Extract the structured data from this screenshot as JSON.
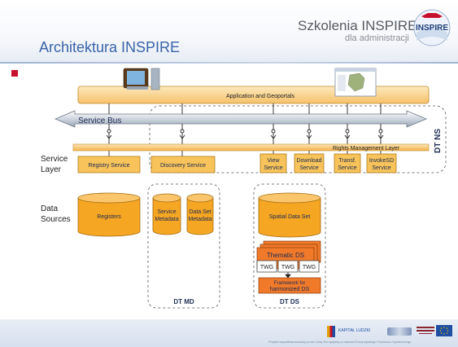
{
  "header": {
    "slide_title": "Architektura INSPIRE",
    "brand_title": "Szkolenia INSPIRE",
    "brand_subtitle": "dla administracji",
    "logo_text": "INSPIRE"
  },
  "diagram": {
    "application_bar": "Application and Geoportals",
    "service_bus": "Service Bus",
    "rights_management": "Rights Management Layer",
    "dt_ns": "DT NS",
    "dt_md": "DT MD",
    "dt_ds": "DT DS",
    "row_labels": {
      "service_layer_1": "Service",
      "service_layer_2": "Layer",
      "data_sources_1": "Data",
      "data_sources_2": "Sources"
    },
    "services": {
      "registry": "Registry Service",
      "discovery": "Discovery Service",
      "view_1": "View",
      "view_2": "Service",
      "download_1": "Download",
      "download_2": "Service",
      "transf_1": "Transf.",
      "transf_2": "Service",
      "invoke_1": "InvokeSD",
      "invoke_2": "Service"
    },
    "data": {
      "registers": "Registers",
      "service_md_1": "Service",
      "service_md_2": "Metadata",
      "dataset_md_1": "Data Set",
      "dataset_md_2": "Metadata",
      "spatial_ds": "Spatial Data Set",
      "thematic_ds": "Thematic DS",
      "twg": "TWG",
      "framework_1": "Framework for",
      "framework_2": "harmonized DS"
    }
  },
  "footer": {
    "kapital_label": "KAPITAŁ LUDZKI",
    "note": "Projekt współfinansowany przez Unię Europejską w ramach Europejskiego Funduszu Społecznego"
  },
  "colors": {
    "accent_blue": "#3a63a8",
    "box_fill": "#f7c35a",
    "cylinder_fill": "#f5a623",
    "thematic_fill": "#f07a2a",
    "bus_gray": "#c9d1dc",
    "red_bullet": "#c8102e"
  }
}
